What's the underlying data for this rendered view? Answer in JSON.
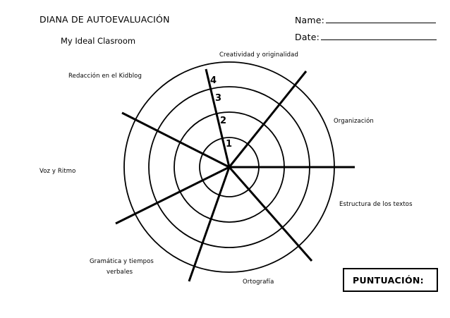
{
  "header": {
    "title": "DIANA DE AUTOEVALUACIÓN",
    "subtitle": "My Ideal Clasroom",
    "name_label": "Name:",
    "date_label": "Date:"
  },
  "target": {
    "ring_numbers": [
      "1",
      "2",
      "3",
      "4"
    ],
    "ring_count": 4,
    "criteria": [
      {
        "label": "Creatividad y originalidad"
      },
      {
        "label": "Organización"
      },
      {
        "label": "Estructura de los textos"
      },
      {
        "label": "Ortografía"
      },
      {
        "label": "Gramática y tiempos"
      },
      {
        "label": "verbales"
      },
      {
        "label": "Voz y Ritmo"
      },
      {
        "label": "Redacción en el Kidblog"
      }
    ]
  },
  "score": {
    "label": "PUNTUACIÓN:"
  }
}
